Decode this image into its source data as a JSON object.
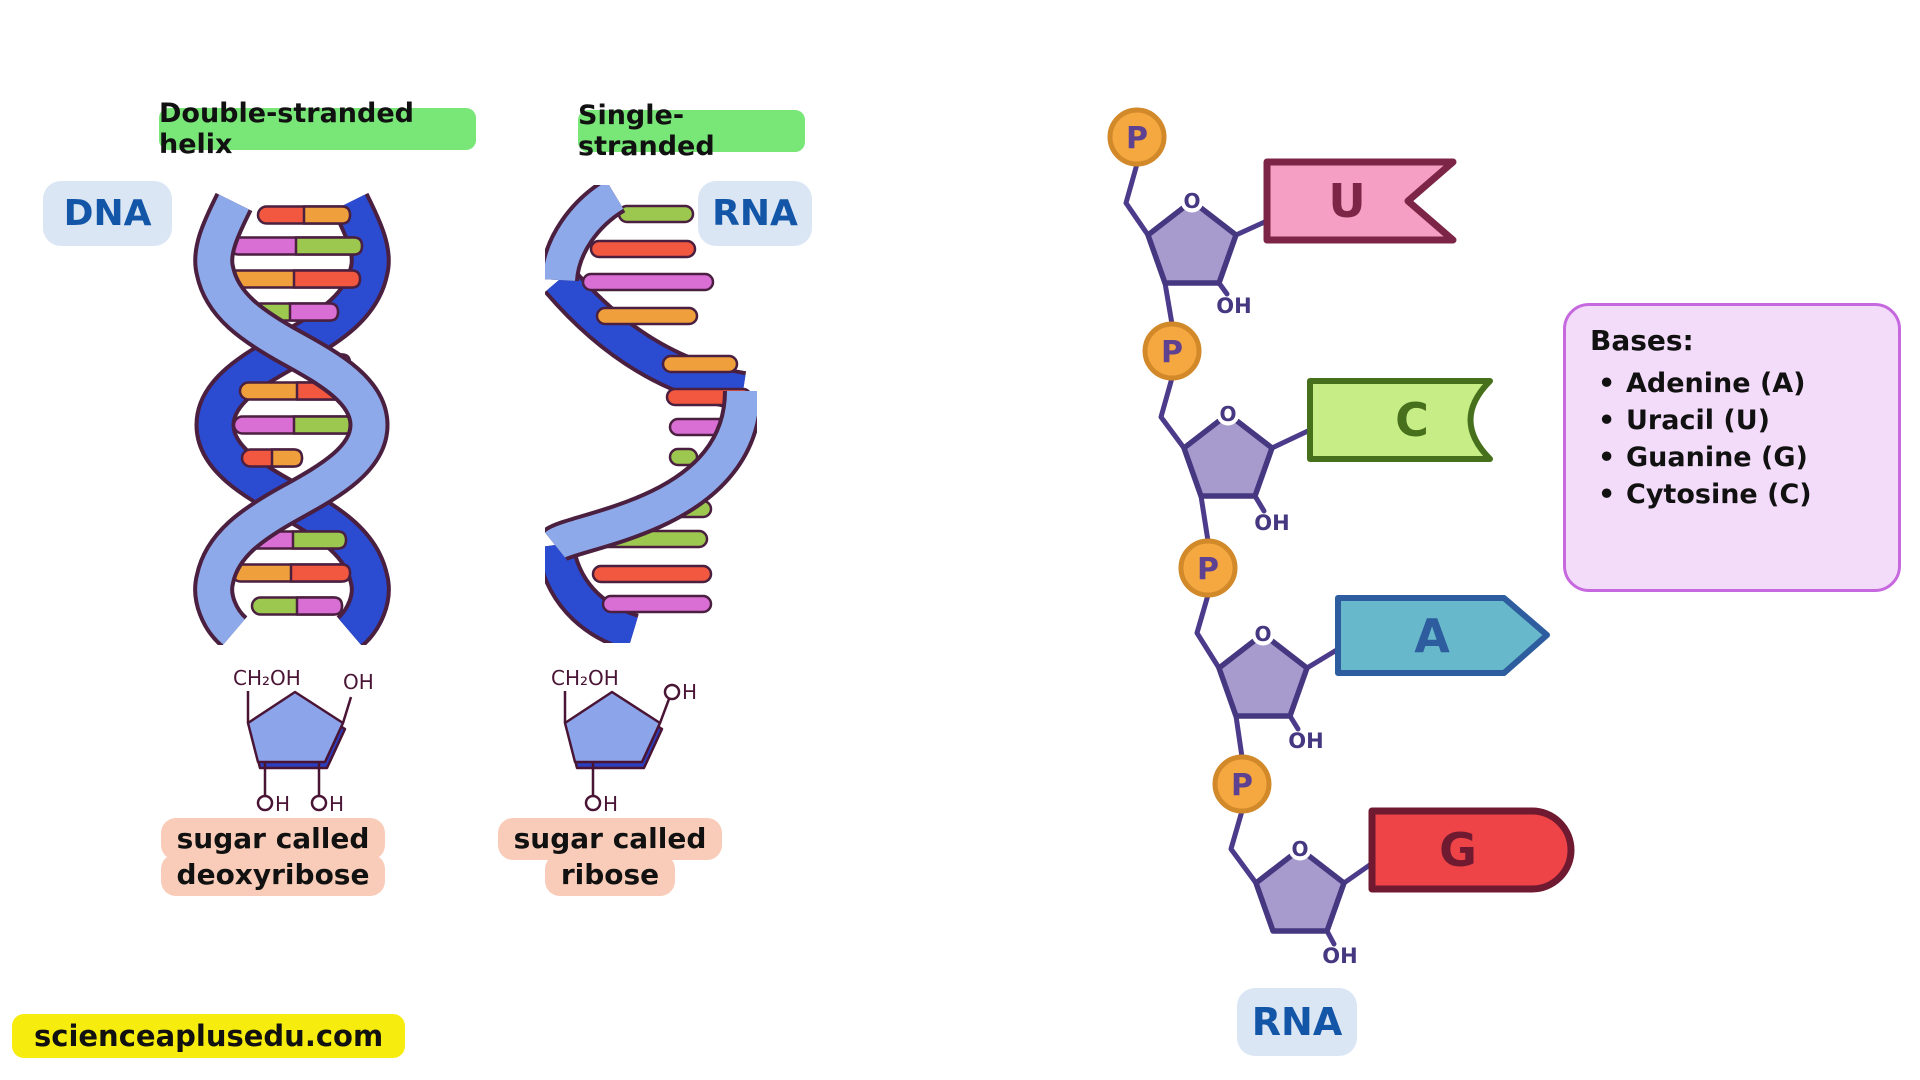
{
  "dna": {
    "strand_type_label": "Double-stranded helix",
    "molecule_label": "DNA",
    "sugar_caption": [
      "sugar called",
      "deoxyribose"
    ],
    "chem": {
      "ch2oh": "CH₂OH",
      "oh": "OH",
      "h": "H"
    }
  },
  "rna": {
    "strand_type_label": "Single-stranded",
    "molecule_label": "RNA",
    "sugar_caption": [
      "sugar called",
      "ribose"
    ],
    "chem": {
      "ch2oh": "CH₂OH",
      "h": "H"
    }
  },
  "chain": {
    "molecule_label": "RNA",
    "phosphate": "P",
    "ring_oxygen": "O",
    "hydroxyl": "OH",
    "bases": [
      {
        "letter": "U",
        "fill": "#f49fc3",
        "stroke": "#7c2546"
      },
      {
        "letter": "C",
        "fill": "#c7ed86",
        "stroke": "#46701b"
      },
      {
        "letter": "A",
        "fill": "#68b8cb",
        "stroke": "#2d5d9e"
      },
      {
        "letter": "G",
        "fill": "#ee4347",
        "stroke": "#6f1a30"
      }
    ]
  },
  "bases_box": {
    "title": "Bases:",
    "bullet": "•",
    "items": [
      "Adenine (A)",
      "Uracil (U)",
      "Guanine (G)",
      "Cytosine (C)"
    ]
  },
  "watermark": "scienceaplusedu.com"
}
